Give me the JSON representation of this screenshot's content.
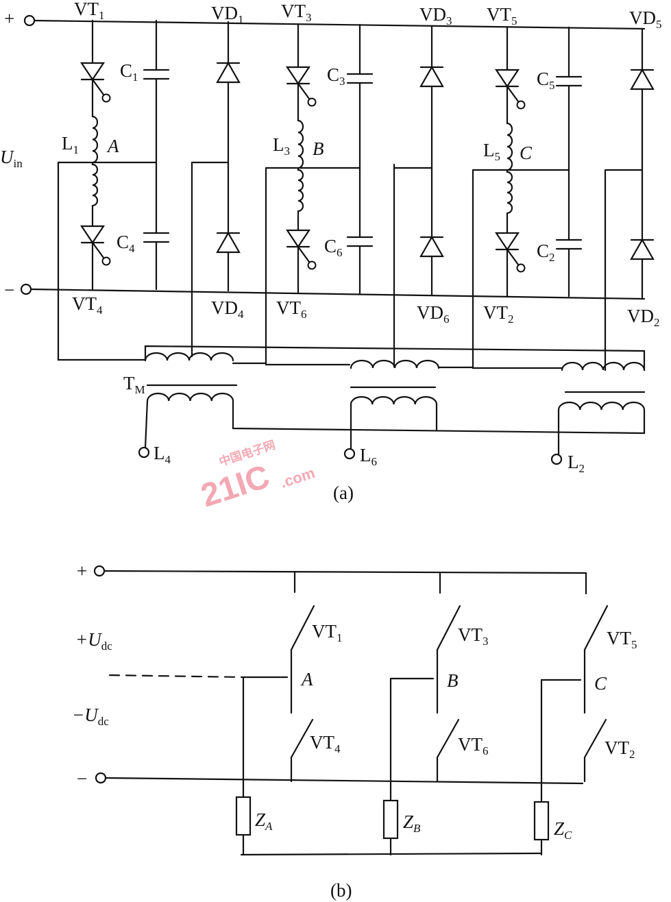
{
  "figure_a": {
    "caption": "(a)",
    "terminals": {
      "plus": "+",
      "minus": "−"
    },
    "labels": {
      "vt1": {
        "base": "VT",
        "sub": "1"
      },
      "vd1": {
        "base": "VD",
        "sub": "1"
      },
      "vt3": {
        "base": "VT",
        "sub": "3"
      },
      "vd3": {
        "base": "VD",
        "sub": "3"
      },
      "vt5": {
        "base": "VT",
        "sub": "5"
      },
      "vd5": {
        "base": "VD",
        "sub": "5"
      },
      "c1": {
        "base": "C",
        "sub": "1"
      },
      "c3": {
        "base": "C",
        "sub": "3"
      },
      "c5": {
        "base": "C",
        "sub": "5"
      },
      "uin": {
        "base": "U",
        "sub": "in"
      },
      "l1": {
        "base": "L",
        "sub": "1"
      },
      "nodeA": {
        "base": "A",
        "sub": ""
      },
      "l3": {
        "base": "L",
        "sub": "3"
      },
      "nodeB": {
        "base": "B",
        "sub": ""
      },
      "l5": {
        "base": "L",
        "sub": "5"
      },
      "nodeC": {
        "base": "C",
        "sub": ""
      },
      "c4": {
        "base": "C",
        "sub": "4"
      },
      "c6": {
        "base": "C",
        "sub": "6"
      },
      "c2": {
        "base": "C",
        "sub": "2"
      },
      "vt4": {
        "base": "VT",
        "sub": "4"
      },
      "vd4": {
        "base": "VD",
        "sub": "4"
      },
      "vt6": {
        "base": "VT",
        "sub": "6"
      },
      "vd6": {
        "base": "VD",
        "sub": "6"
      },
      "vt2": {
        "base": "VT",
        "sub": "2"
      },
      "vd2": {
        "base": "VD",
        "sub": "2"
      },
      "tm": {
        "base": "T",
        "sub": "M"
      },
      "l4": {
        "base": "L",
        "sub": "4"
      },
      "l6": {
        "base": "L",
        "sub": "6"
      },
      "l2": {
        "base": "L",
        "sub": "2"
      }
    }
  },
  "figure_b": {
    "caption": "(b)",
    "terminals": {
      "plus": "+",
      "minus": "−"
    },
    "labels": {
      "pudc": {
        "base": "+U",
        "sub": "dc"
      },
      "mudc": {
        "base": "−U",
        "sub": "dc"
      },
      "vt1": {
        "base": "VT",
        "sub": "1"
      },
      "vt3": {
        "base": "VT",
        "sub": "3"
      },
      "vt5": {
        "base": "VT",
        "sub": "5"
      },
      "nodeA": {
        "base": "A",
        "sub": ""
      },
      "nodeB": {
        "base": "B",
        "sub": ""
      },
      "nodeC": {
        "base": "C",
        "sub": ""
      },
      "vt4": {
        "base": "VT",
        "sub": "4"
      },
      "vt6": {
        "base": "VT",
        "sub": "6"
      },
      "vt2": {
        "base": "VT",
        "sub": "2"
      },
      "za": {
        "base": "Z",
        "sub": "A"
      },
      "zb": {
        "base": "Z",
        "sub": "B"
      },
      "zc": {
        "base": "Z",
        "sub": "C"
      }
    }
  },
  "watermark": {
    "text": "21IC",
    "suffix": ".com",
    "cn": "中国电子网",
    "color": "#f29aa8"
  }
}
